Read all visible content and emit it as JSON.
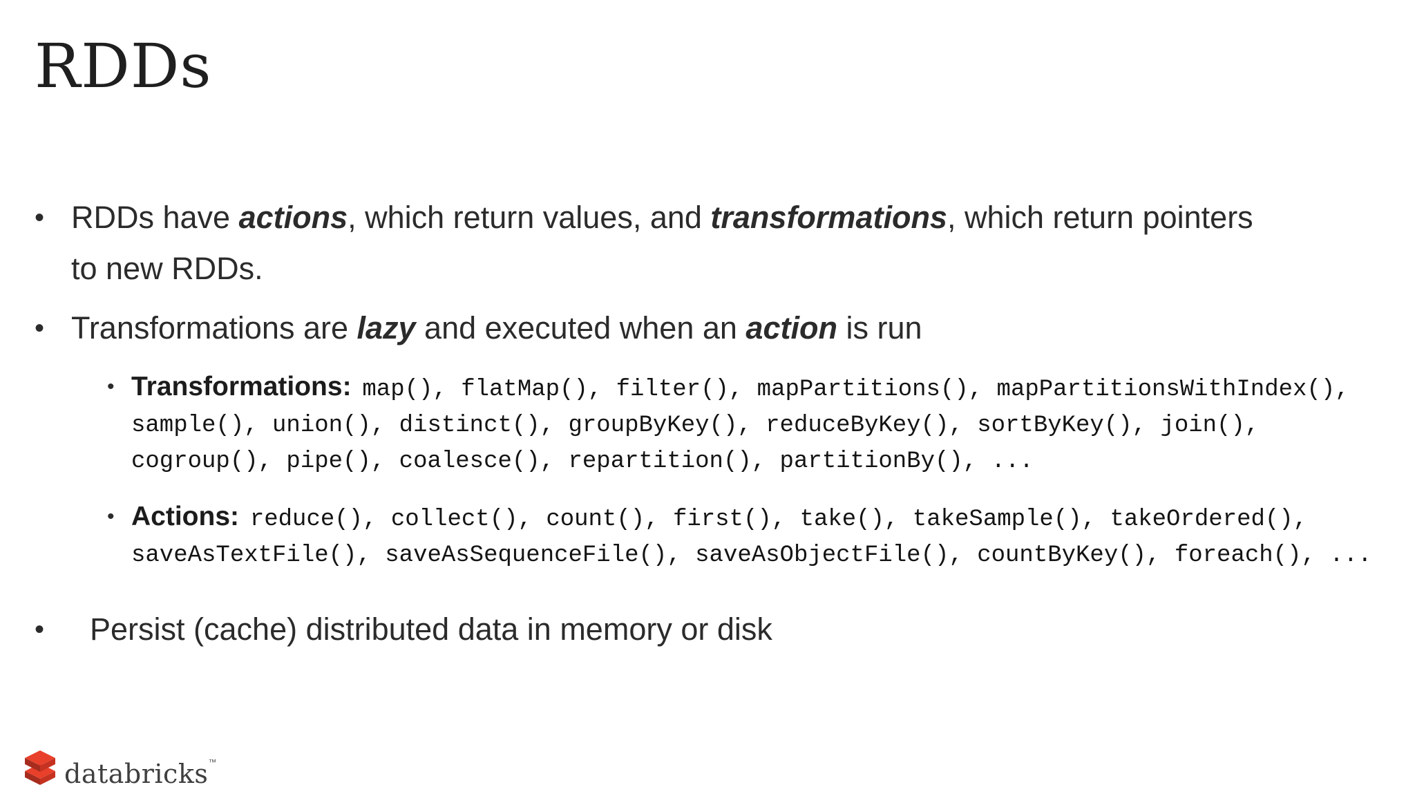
{
  "slide": {
    "title": "RDDs",
    "bullet_char": "•",
    "bullets": [
      {
        "id": "rdds-actions-transformations",
        "level": 1,
        "segments": [
          {
            "t": "RDDs have ",
            "s": "n"
          },
          {
            "t": "actions",
            "s": "bi"
          },
          {
            "t": ", which return values, and ",
            "s": "n"
          },
          {
            "t": "transformations",
            "s": "bi"
          },
          {
            "t": ", which return pointers to new RDDs.",
            "s": "n"
          }
        ]
      },
      {
        "id": "transformations-lazy",
        "level": 1,
        "segments": [
          {
            "t": "Transformations are ",
            "s": "n"
          },
          {
            "t": "lazy",
            "s": "bi"
          },
          {
            "t": " and executed when an ",
            "s": "n"
          },
          {
            "t": "action",
            "s": "bi"
          },
          {
            "t": " is run",
            "s": "n"
          }
        ]
      },
      {
        "id": "transformations-list",
        "level": 2,
        "segments": [
          {
            "t": "Transformations: ",
            "s": "label"
          },
          {
            "t": "map(), flatMap(), filter(), mapPartitions(), mapPartitionsWithIndex(), sample(), union(), distinct(), groupByKey(), reduceByKey(), sortByKey(), join(), cogroup(), pipe(), coalesce(), repartition(), partitionBy(), ...",
            "s": "code"
          }
        ]
      },
      {
        "id": "actions-list",
        "level": 2,
        "segments": [
          {
            "t": "Actions: ",
            "s": "label"
          },
          {
            "t": "reduce(), collect(), count(), first(), take(), takeSample(), takeOrdered(), saveAsTextFile(), saveAsSequenceFile(), saveAsObjectFile(), countByKey(), foreach(), ...",
            "s": "code"
          }
        ]
      },
      {
        "id": "persist-cache",
        "level": 1,
        "segments": [
          {
            "t": "Persist (cache) distributed data in memory or disk",
            "s": "n"
          }
        ]
      }
    ],
    "footer": {
      "logo_text": "databricks",
      "trademark": "™"
    },
    "colors": {
      "background": "#ffffff",
      "text": "#2b2b2b",
      "code": "#141414",
      "logo_text": "#3f3f3f",
      "logo_red_top": "#e8402b",
      "logo_red_left": "#a62c1e",
      "logo_red_right": "#c63221"
    }
  }
}
